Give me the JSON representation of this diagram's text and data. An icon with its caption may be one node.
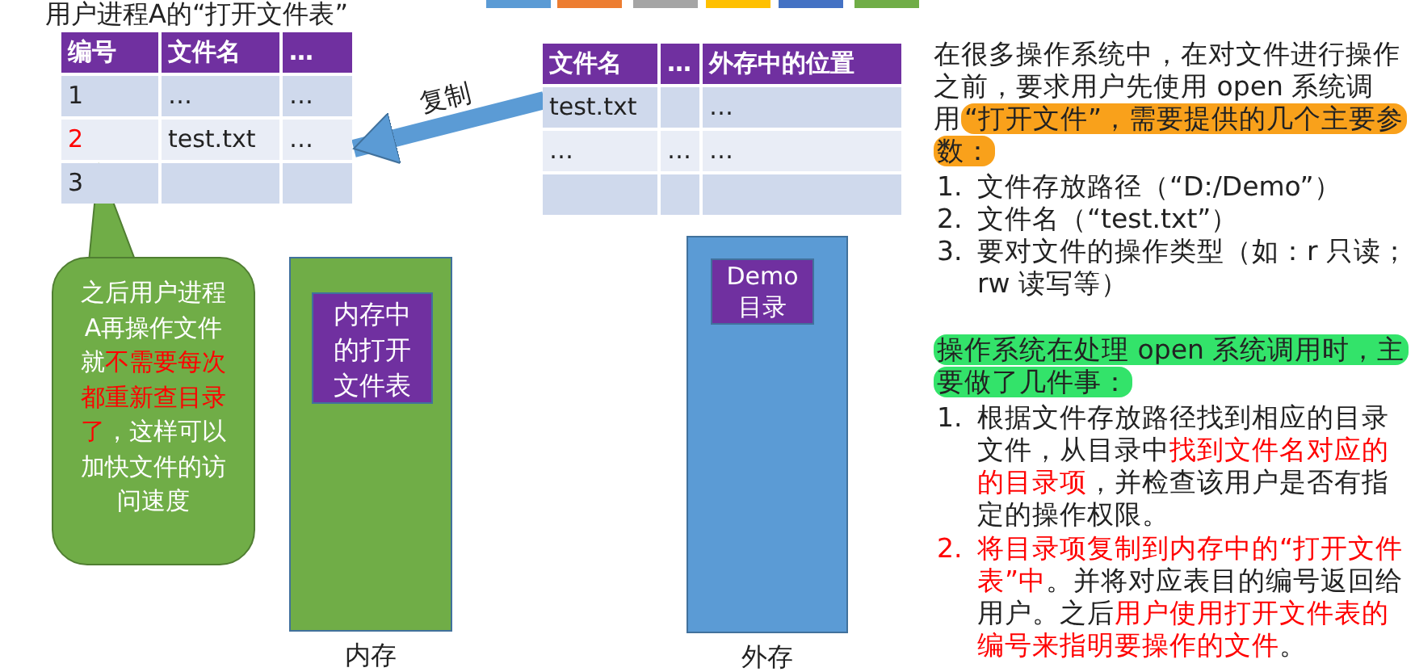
{
  "diagram": {
    "nodes": [
      {
        "text": [
          "用户进程A的“打开文件表”"
        ]
      },
      {
        "text": [
          "2"
        ],
        "in": 0
      },
      {
        "text": [],
        "shape": "table"
      },
      {
        "text": [
          "之后用户进程A再操作文件就",
          "不需要每次都重新查目录了",
          "，这样可以加快文件的访问速度"
        ]
      },
      {
        "text": [
          "内存"
        ]
      },
      {
        "text": [
          "内存中的打开文件表"
        ],
        "in": 4
      },
      {
        "text": [
          "外存"
        ]
      },
      {
        "text": [
          "Demo 目录"
        ],
        "in": 6
      }
    ],
    "edges": [
      {
        "from": 2,
        "to": 0,
        "arrow": "to",
        "label": "复制"
      },
      {
        "from": 3,
        "to": 1,
        "arrow": "none"
      }
    ],
    "labels": [
      "编号",
      "文件名",
      "…",
      "1",
      "…",
      "…",
      "test.txt",
      "…",
      "3",
      "文件名",
      "…",
      "外存中的位置",
      "test.txt",
      "…",
      "…",
      "…",
      "…",
      "在很多操作系统中，在对文件进行操作之前，要求用户先使用 open 系统调用",
      "“打开文件”，需要提供的几个主要参数：",
      "1.",
      "文件存放路径（“D:/Demo”）",
      "2.",
      "文件名（“test.txt”）",
      "3.",
      "要对文件的操作类型（如：r 只读；rw 读写等）",
      "操作系统在处理 open 系统调用时，主要做了几件事：",
      "1.",
      "根据文件存放路径找到相应的目录文件，从目录中",
      "找到文件名对应的的目录项",
      "，并检查该用户是否有指定的操作权限。",
      "2.",
      "将目录项复制到内存中的“打开文件表”中",
      "。并将对应表目的编号返回给用户。之后",
      "用户使用打开文件表的编号来指明要操作的文件",
      "。"
    ]
  }
}
